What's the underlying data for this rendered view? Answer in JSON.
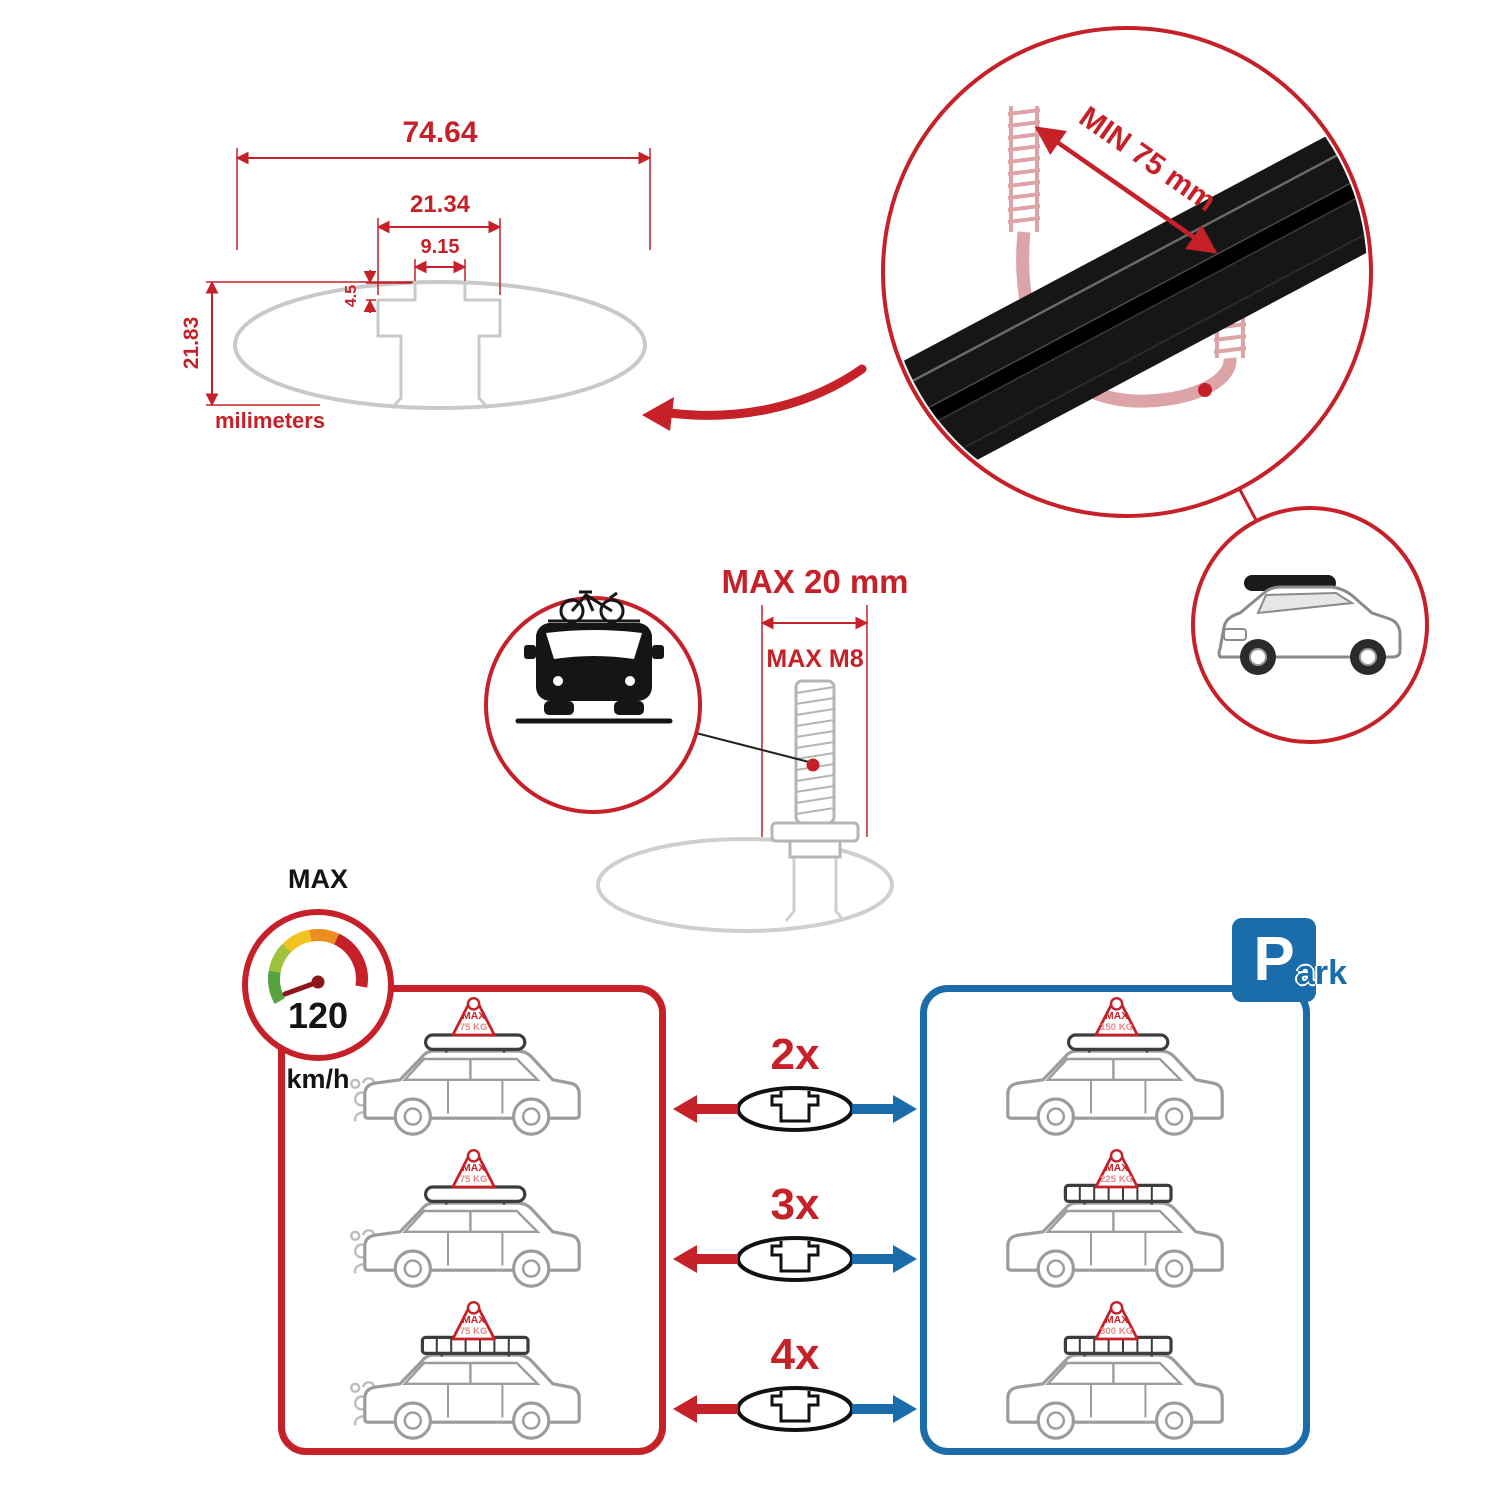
{
  "colors": {
    "red": "#c62128",
    "blue": "#1b6cab",
    "pink": "#e0a9ab",
    "gray_outline": "#9c9c9c",
    "light_gray": "#cfcfcf",
    "black": "#141414"
  },
  "dimensions": {
    "total_width": "74.64",
    "slot_width": "21.34",
    "inner_width": "9.15",
    "lip_height": "4.5",
    "height": "21.83",
    "units": "milimeters"
  },
  "bar": {
    "min_span": "MIN 75 mm"
  },
  "bolt": {
    "max_width": "MAX 20 mm",
    "max_thread": "MAX M8"
  },
  "speed": {
    "label": "MAX",
    "value": "120",
    "unit": "km/h"
  },
  "park": {
    "letter": "P",
    "suffix": "ark"
  },
  "load": {
    "left": [
      {
        "label": "MAX",
        "weight": "75 KG"
      },
      {
        "label": "MAX",
        "weight": "75 KG"
      },
      {
        "label": "MAX",
        "weight": "75 KG"
      }
    ],
    "right": [
      {
        "label": "MAX",
        "weight": "150 KG"
      },
      {
        "label": "MAX",
        "weight": "225 KG"
      },
      {
        "label": "MAX",
        "weight": "300 KG"
      }
    ],
    "multipliers": [
      "2x",
      "3x",
      "4x"
    ]
  }
}
